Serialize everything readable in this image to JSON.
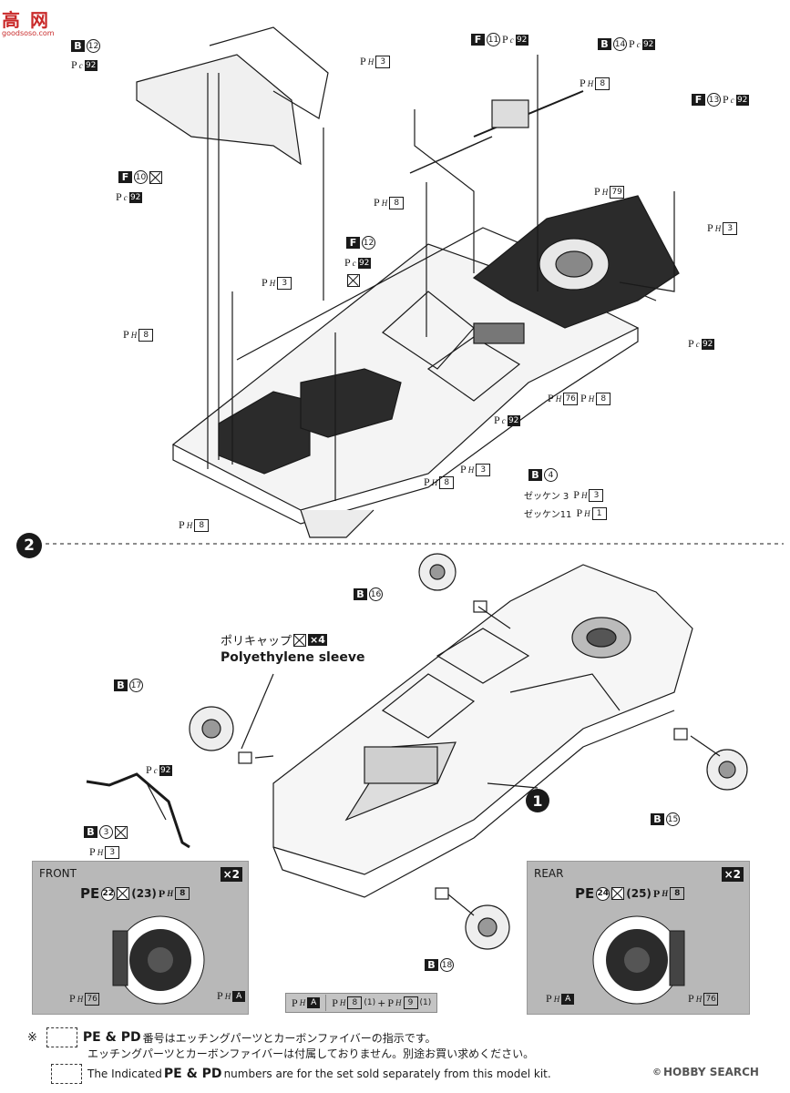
{
  "watermark": {
    "logo": "高 网",
    "site": "goodsoso.com"
  },
  "step2": {
    "number": "2",
    "step1_ref": "1"
  },
  "labels": {
    "B12": {
      "letter": "B",
      "num": "12",
      "pc": "92"
    },
    "F11": {
      "letter": "F",
      "num": "11",
      "pc": "92"
    },
    "B14": {
      "letter": "B",
      "num": "14",
      "pc": "92"
    },
    "F13": {
      "letter": "F",
      "num": "13",
      "pc": "92"
    },
    "F10": {
      "letter": "F",
      "num": "10",
      "pc": "92"
    },
    "F12": {
      "letter": "F",
      "num": "12",
      "pc": "92"
    },
    "B4": {
      "letter": "B",
      "num": "4"
    },
    "B16": {
      "letter": "B",
      "num": "16"
    },
    "B17": {
      "letter": "B",
      "num": "17"
    },
    "B3": {
      "letter": "B",
      "num": "3"
    },
    "B15": {
      "letter": "B",
      "num": "15"
    },
    "B18": {
      "letter": "B",
      "num": "18"
    }
  },
  "ph_values": [
    "3",
    "8",
    "79",
    "3",
    "8",
    "3",
    "8",
    "76",
    "8",
    "3",
    "8",
    "3",
    "1",
    "8"
  ],
  "pc_values": [
    "92",
    "92",
    "92"
  ],
  "zekken": [
    {
      "text": "ゼッケン 3",
      "ph": "3"
    },
    {
      "text": "ゼッケン11",
      "ph": "1"
    }
  ],
  "polycap": {
    "jp": "ポリキャップ",
    "count": "×4",
    "en": "Polyethylene sleeve"
  },
  "front_panel": {
    "title": "FRONT",
    "qty": "×2",
    "pe": "PE",
    "pe_num": "22",
    "x_num": "(23)",
    "ph": "8",
    "ph_bottom": "76",
    "ph_a": "A"
  },
  "rear_panel": {
    "title": "REAR",
    "qty": "×2",
    "pe": "PE",
    "pe_num": "24",
    "x_num": "(25)",
    "ph": "8",
    "ph_bottom": "76",
    "ph_a": "A"
  },
  "pha_equation": {
    "left": "A",
    "r1": "8",
    "r1n": "(1)",
    "plus": "+",
    "r2": "9",
    "r2n": "(1)"
  },
  "footer": {
    "mark": "※",
    "pe_pd": "PE & PD",
    "jp1": "番号はエッチングパーツとカーボンファイバーの指示です。",
    "jp2": "エッチングパーツとカーボンファイバーは付属しておりません。別途お買い求めください。",
    "en_pre": "The Indicated",
    "en_post": "numbers are for the set sold separately from this model kit.",
    "brand": "HOBBY SEARCH"
  },
  "colors": {
    "ink": "#1a1a1a",
    "panel": "#b8b8b8",
    "part_dark": "#2b2b2b"
  }
}
